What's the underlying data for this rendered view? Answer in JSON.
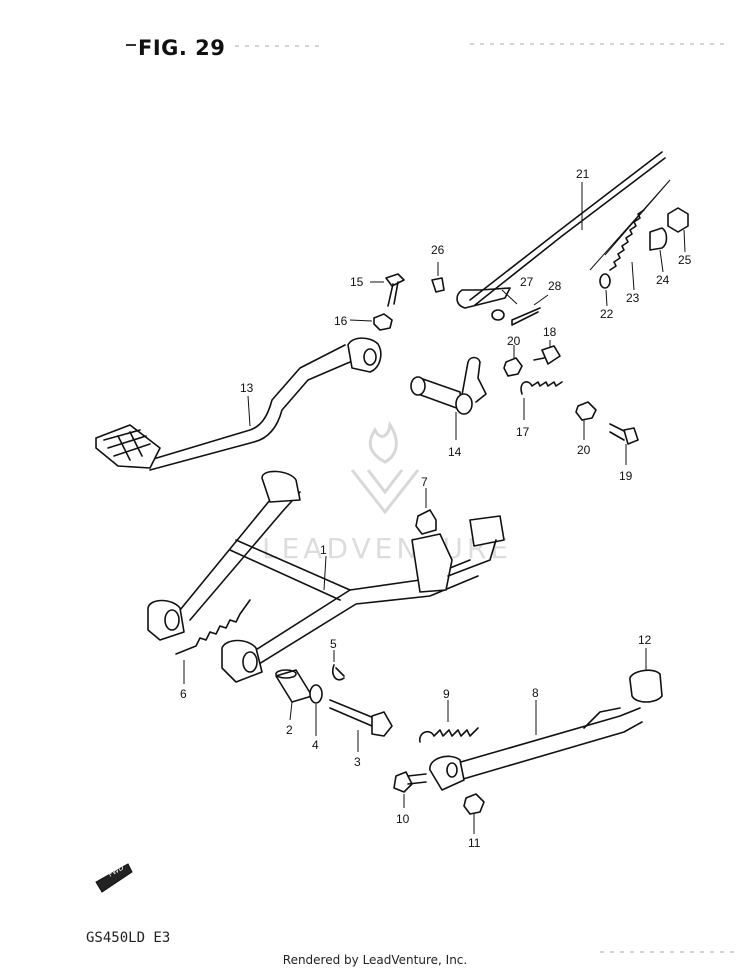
{
  "header": {
    "figure_label": "FIG. 29"
  },
  "model_code": "GS450LD  E3",
  "footer": {
    "rendered_by": "Rendered by LeadVenture, Inc."
  },
  "watermark": {
    "text": "LEADVENTURE"
  },
  "fwd_label": "FWD",
  "callouts": [
    "21",
    "26",
    "15",
    "27",
    "28",
    "25",
    "24",
    "23",
    "22",
    "16",
    "18",
    "20",
    "13",
    "17",
    "20",
    "14",
    "19",
    "7",
    "1",
    "12",
    "5",
    "6",
    "9",
    "8",
    "2",
    "4",
    "3",
    "10",
    "11"
  ]
}
